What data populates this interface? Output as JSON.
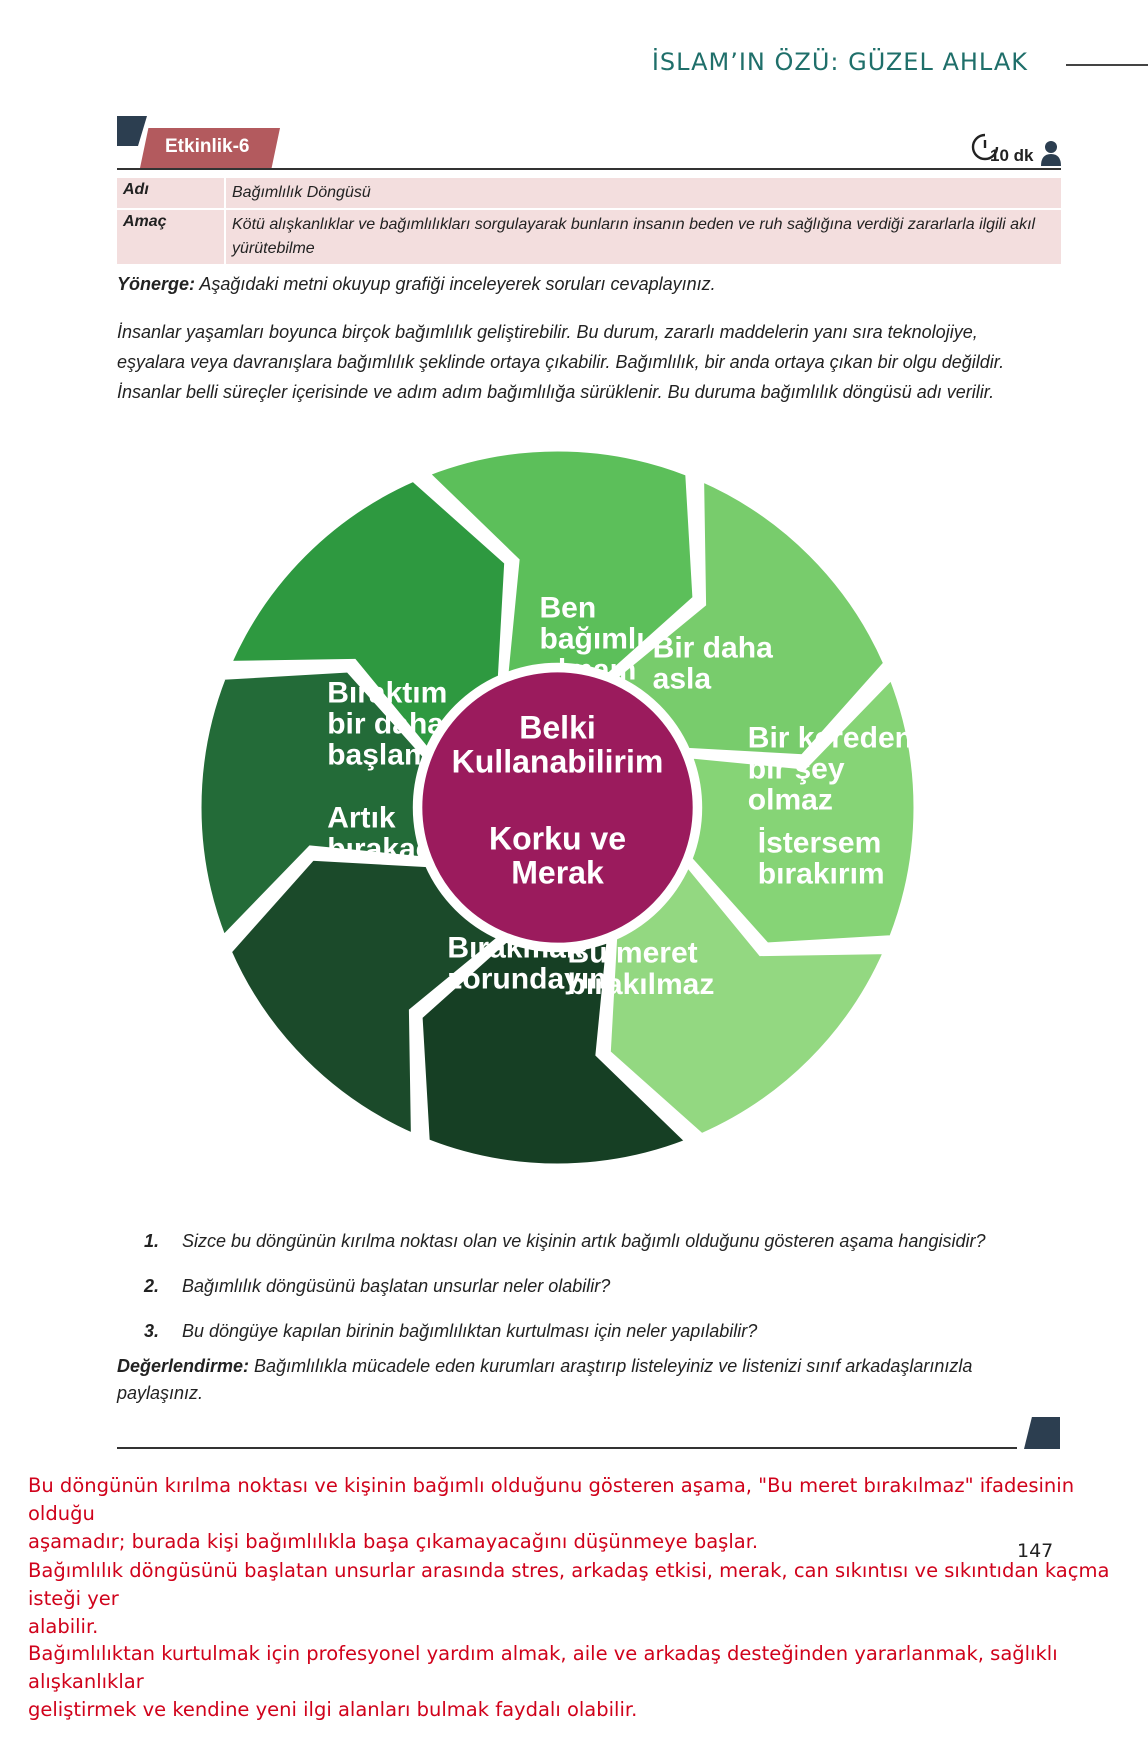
{
  "header": {
    "title": "İSLAM’IN ÖZÜ: GÜZEL AHLAK"
  },
  "activity": {
    "tag": "Etkinlik-6",
    "time": "10 dk",
    "rows": [
      {
        "key": "Adı",
        "value": "Bağımlılık Döngüsü"
      },
      {
        "key": "Amaç",
        "value": "Kötü alışkanlıklar ve bağımlılıkları sorgulayarak bunların insanın beden ve ruh sağlığına verdiği zararlarla ilgili akıl yürütebilme"
      }
    ]
  },
  "instruction": {
    "label": "Yönerge:",
    "text": " Aşağıdaki metni okuyup grafiği inceleyerek soruları cevaplayınız."
  },
  "intro_lines": [
    "İnsanlar yaşamları boyunca birçok bağımlılık geliştirebilir. Bu durum, zararlı maddelerin yanı sıra teknolojiye,",
    "eşyalara veya davranışlara bağımlılık şeklinde ortaya çıkabilir. Bağımlılık, bir anda ortaya çıkan bir olgu değildir.",
    "İnsanlar belli süreçler içerisinde ve adım adım bağımlılığa sürüklenir. Bu duruma bağımlılık döngüsü adı verilir."
  ],
  "cycle": {
    "center_top": [
      "Belki",
      "Kullanabilirim"
    ],
    "center_bottom": [
      "Korku ve",
      "Merak"
    ],
    "center_color": "#9b1b5d",
    "segments": [
      {
        "lines": [
          "Ben",
          "bağımlı",
          "olmam"
        ],
        "color": "#5cbf5a"
      },
      {
        "lines": [
          "Bir daha",
          " asla"
        ],
        "color": "#78cc6c"
      },
      {
        "lines": [
          "Bir kereden",
          "bir şey",
          "olmaz"
        ],
        "color": "#86d476"
      },
      {
        "lines": [
          "İstersem",
          "bırakırım"
        ],
        "color": "#93d881"
      },
      {
        "lines": [
          "Bu meret",
          "bırakılmaz"
        ],
        "color": "#163f24"
      },
      {
        "lines": [
          "Bırakmak",
          "zorundayım"
        ],
        "color": "#1b4a2a"
      },
      {
        "lines": [
          "Artık",
          "bırakacağım"
        ],
        "color": "#236b38"
      },
      {
        "lines": [
          "Bıraktım",
          "bir daha",
          "başlamam"
        ],
        "color": "#2e9940"
      }
    ]
  },
  "questions": [
    {
      "num": "1.",
      "text": "Sizce bu döngünün kırılma noktası olan ve kişinin artık bağımlı olduğunu gösteren aşama hangisidir?"
    },
    {
      "num": "2.",
      "text": "Bağımlılık döngüsünü başlatan unsurlar neler olabilir?"
    },
    {
      "num": "3.",
      "text": "Bu döngüye kapılan birinin bağımlılıktan kurtulması için neler yapılabilir?"
    }
  ],
  "evaluation": {
    "label": "Değerlendirme:",
    "line1": " Bağımlılıkla mücadele eden kurumları araştırıp listeleyiniz ve listenizi sınıf arkadaşlarınızla",
    "line2": "paylaşınız."
  },
  "page_number": "147",
  "answers": [
    {
      "line1": "Bu döngünün kırılma noktası ve kişinin bağımlı olduğunu gösteren aşama, \"Bu meret bırakılmaz\" ifadesinin olduğu",
      "line2": "aşamadır; burada kişi bağımlılıkla başa çıkamayacağını düşünmeye başlar."
    },
    {
      "line1": "Bağımlılık döngüsünü başlatan unsurlar arasında stres, arkadaş etkisi, merak, can sıkıntısı ve sıkıntıdan kaçma isteği yer",
      "line2": "alabilir."
    },
    {
      "line1": "Bağımlılıktan kurtulmak için profesyonel yardım almak, aile ve arkadaş desteğinden yararlanmak, sağlıklı alışkanlıklar",
      "line2": "geliştirmek ve kendine yeni ilgi alanları bulmak faydalı olabilir."
    }
  ]
}
